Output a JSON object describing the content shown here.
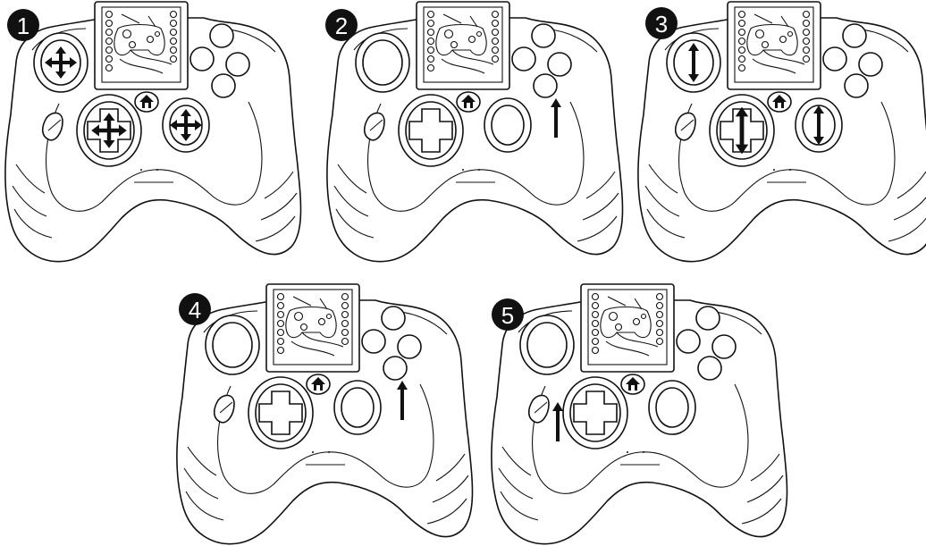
{
  "steps": [
    {
      "number": "1",
      "arrows": [
        "left-stick-4way",
        "dpad-4way",
        "right-stick-4way"
      ]
    },
    {
      "number": "2",
      "arrows": [
        "face-button-bottom-up"
      ]
    },
    {
      "number": "3",
      "arrows": [
        "left-stick-vertical",
        "dpad-vertical",
        "right-stick-vertical"
      ]
    },
    {
      "number": "4",
      "arrows": [
        "face-button-bottom-up"
      ]
    },
    {
      "number": "5",
      "arrows": [
        "left-shoulder-button-up"
      ]
    }
  ],
  "center_button_icon": "home-icon",
  "colors": {
    "ink": "#111111",
    "paper": "#ffffff"
  }
}
